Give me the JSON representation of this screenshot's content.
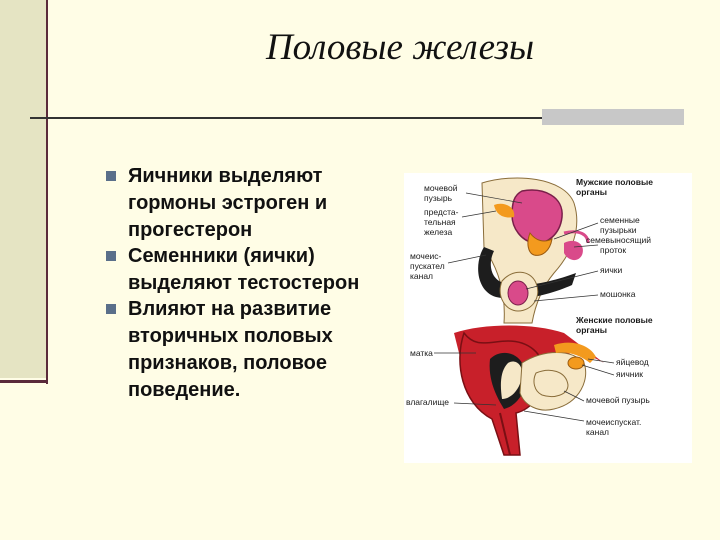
{
  "title": "Половые  железы",
  "bullets": [
    "Яичники выделяют гормоны эстроген и прогестерон",
    "Семенники (яички) выделяют тестостерон",
    "Влияют на развитие вторичных половых признаков, половое поведение."
  ],
  "diagram": {
    "male_heading": "Мужские половые органы",
    "female_heading": "Женские половые органы",
    "male_labels": {
      "bladder": "мочевой пузырь",
      "prostate": "предстательная железа",
      "urethra": "мочеиспускательный канал",
      "seminal": "семенные пузырьки семевыносящий проток",
      "testes": "яички",
      "scrotum": "мошонка"
    },
    "female_labels": {
      "uterus": "матка",
      "tube": "яйцевод",
      "ovary": "яичник",
      "vagina": "влагалище",
      "bladder": "мочевой пузырь",
      "urethra": "мочеиспускат. канал"
    }
  },
  "colors": {
    "background": "#fffde6",
    "accent": "#5a2a3a",
    "bullet": "#5a6f8a",
    "organ_red": "#c8202a",
    "organ_pink": "#d94a8a",
    "organ_orange": "#f39a1e"
  }
}
